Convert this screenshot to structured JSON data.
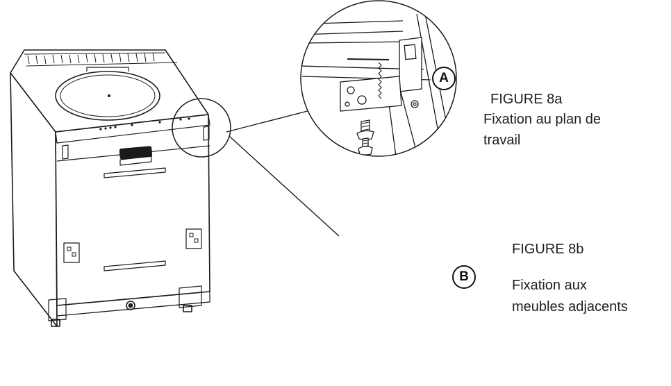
{
  "figures": [
    {
      "title": "FIGURE 8a",
      "caption_line1": "Fixation au plan de",
      "caption_line2": "travail",
      "callout": "A"
    },
    {
      "title": "FIGURE 8b",
      "caption_line1": "Fixation aux",
      "caption_line2": "meubles adjacents",
      "callout": "B"
    }
  ],
  "colors": {
    "line": "#1a1a1a",
    "background": "#ffffff",
    "text": "#1f1f1f"
  }
}
